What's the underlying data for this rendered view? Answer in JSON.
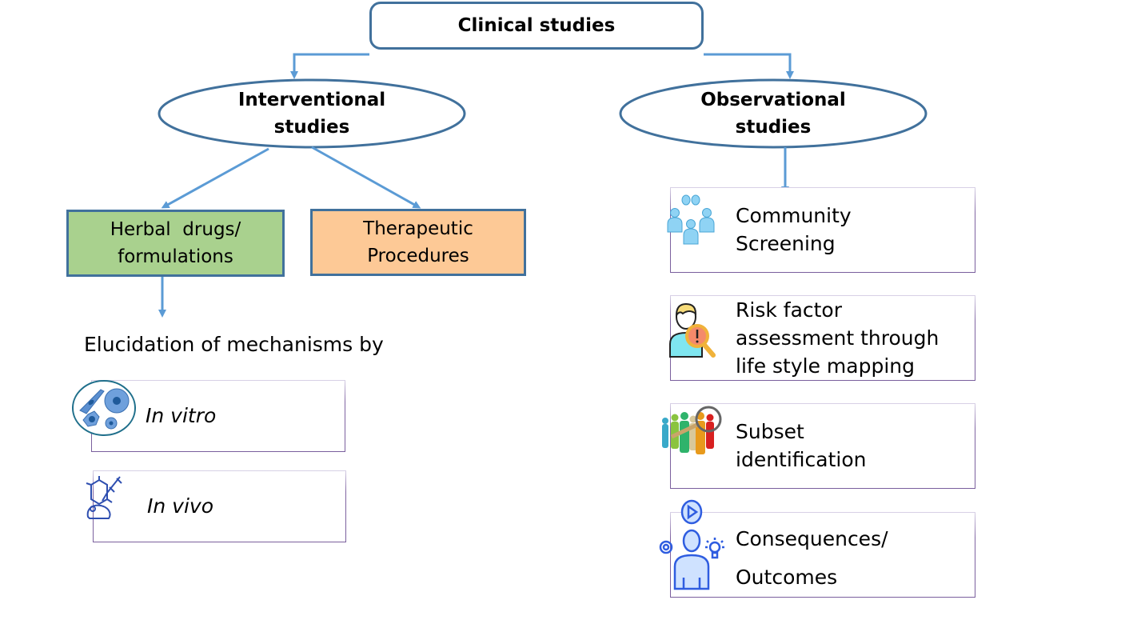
{
  "root": {
    "label": "Clinical studies"
  },
  "branches": {
    "interventional": {
      "label_line1": "Interventional",
      "label_line2": "studies",
      "children": {
        "herbal": {
          "line1": "Herbal  drugs/",
          "line2": "formulations",
          "fill": "#a9d18e"
        },
        "therapeutic": {
          "line1": "Therapeutic",
          "line2": "Procedures",
          "fill": "#fdc996"
        }
      },
      "mechanism_heading": "Elucidation of mechanisms by",
      "methods": [
        {
          "label": "In vitro",
          "icon": "cell-culture-icon"
        },
        {
          "label": "In vivo",
          "icon": "mouse-injection-icon"
        }
      ]
    },
    "observational": {
      "label_line1": "Observational",
      "label_line2": "studies",
      "items": [
        {
          "lines": [
            "Community",
            "Screening"
          ],
          "icon": "community-group-icon"
        },
        {
          "lines": [
            "Risk factor",
            "assessment through",
            "life style mapping"
          ],
          "icon": "risk-assessment-icon"
        },
        {
          "lines": [
            "Subset",
            "identification"
          ],
          "icon": "subset-magnifier-icon"
        },
        {
          "lines": [
            "Consequences/",
            "Outcomes"
          ],
          "icon": "outcomes-person-icon"
        }
      ]
    }
  },
  "colors": {
    "node_border": "#41719c",
    "connector": "#5b9bd5",
    "card_border": "#8064a2"
  }
}
